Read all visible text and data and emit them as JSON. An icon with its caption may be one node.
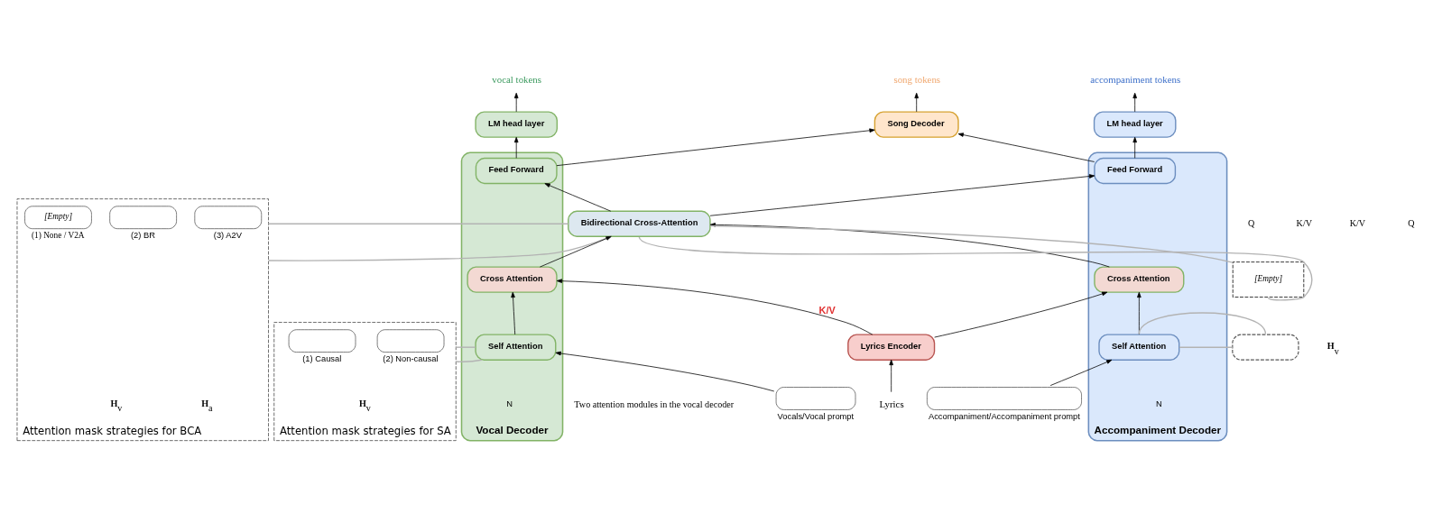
{
  "diagram": {
    "nodes": [
      {
        "text": [
          "vocal tokens"
        ]
      },
      {
        "text": [
          "song tokens"
        ]
      },
      {
        "text": [
          "accompaniment tokens"
        ]
      },
      {
        "text": [
          "LM head layer"
        ]
      },
      {
        "text": [
          "Song Decoder"
        ]
      },
      {
        "text": [
          "LM head layer"
        ]
      },
      {
        "text": [
          "Vocal Decoder"
        ],
        "beside": [
          "N"
        ]
      },
      {
        "text": [
          "Feed Forward"
        ],
        "in": 6
      },
      {
        "text": [
          "Cross Attention"
        ],
        "in": 6
      },
      {
        "text": [
          "Self Attention"
        ],
        "in": 6
      },
      {
        "text": [
          "Accompaniment Decoder"
        ],
        "beside": [
          "N"
        ]
      },
      {
        "text": [
          "Feed Forward"
        ],
        "in": 10
      },
      {
        "text": [
          "Cross Attention"
        ],
        "in": 10
      },
      {
        "text": [
          "Self Attention"
        ],
        "in": 10
      },
      {
        "text": [
          "Bidirectional Cross-Attention"
        ]
      },
      {
        "text": [
          "Lyrics Encoder"
        ]
      },
      {
        "text": [
          "Lyrics"
        ]
      },
      {
        "text": [],
        "shape": "box",
        "beside": [
          "Vocals/Vocal prompt"
        ]
      },
      {
        "text": [],
        "shape": "box",
        "beside": [
          "Accompaniment/Accompaniment prompt"
        ]
      },
      {
        "text": [
          "Attention mask strategies for BCA"
        ]
      },
      {
        "text": [
          "[Empty]"
        ],
        "in": 19,
        "beside": [
          "(1) None / V2A"
        ]
      },
      {
        "text": [],
        "shape": "box",
        "in": 19,
        "beside": [
          "(2) BR"
        ]
      },
      {
        "text": [],
        "shape": "box",
        "in": 19,
        "beside": [
          "(3) A2V"
        ]
      },
      {
        "text": [
          "Attention mask strategies for SA"
        ]
      },
      {
        "text": [],
        "shape": "box",
        "in": 23,
        "beside": [
          "(1) Causal"
        ]
      },
      {
        "text": [],
        "shape": "box",
        "in": 23,
        "beside": [
          "(2) Non-causal"
        ]
      },
      {
        "text": [
          "[Empty]"
        ]
      },
      {
        "text": [],
        "shape": "box"
      }
    ],
    "edges": [
      {
        "from": 3,
        "to": 0,
        "arrow": "to"
      },
      {
        "from": 4,
        "to": 1,
        "arrow": "to"
      },
      {
        "from": 5,
        "to": 2,
        "arrow": "to"
      },
      {
        "from": 7,
        "to": 3,
        "arrow": "to"
      },
      {
        "from": 7,
        "to": 4,
        "arrow": "to"
      },
      {
        "from": 11,
        "to": 4,
        "arrow": "to"
      },
      {
        "from": 11,
        "to": 5,
        "arrow": "to"
      },
      {
        "from": 14,
        "to": 7,
        "arrow": "to"
      },
      {
        "from": 14,
        "to": 11,
        "arrow": "to"
      },
      {
        "from": 8,
        "to": 14,
        "arrow": "to"
      },
      {
        "from": 12,
        "to": 14,
        "arrow": "to"
      },
      {
        "from": 9,
        "to": 8,
        "arrow": "to"
      },
      {
        "from": 13,
        "to": 12,
        "arrow": "to"
      },
      {
        "from": 17,
        "to": 9,
        "arrow": "to"
      },
      {
        "from": 18,
        "to": 13,
        "arrow": "to"
      },
      {
        "from": 16,
        "to": 15,
        "arrow": "to"
      },
      {
        "from": 15,
        "to": 8,
        "arrow": "to",
        "label": "K/V"
      },
      {
        "from": 15,
        "to": 12,
        "arrow": "to"
      },
      {
        "from": 19,
        "to": 14,
        "arrow": "none",
        "color": "#b3b3b3"
      },
      {
        "from": 19,
        "to": 14,
        "arrow": "none",
        "color": "#b3b3b3"
      },
      {
        "from": 23,
        "to": 9,
        "arrow": "none",
        "color": "#b3b3b3"
      },
      {
        "from": 23,
        "to": 9,
        "arrow": "none",
        "color": "#b3b3b3"
      },
      {
        "from": 26,
        "to": 14,
        "arrow": "none",
        "color": "#b3b3b3"
      },
      {
        "from": 26,
        "to": 14,
        "arrow": "none",
        "color": "#b3b3b3"
      },
      {
        "from": 27,
        "to": 13,
        "arrow": "none",
        "color": "#b3b3b3"
      },
      {
        "from": 27,
        "to": 13,
        "arrow": "none",
        "color": "#b3b3b3"
      }
    ],
    "labels": [
      "**H**$_{v}$",
      "**H**$_{a}$",
      "**H**$_{v}$",
      "**H**$_{v}$",
      "Q",
      "K/V",
      "K/V",
      "Q",
      "Two attention modules in the vocal decoder"
    ]
  }
}
